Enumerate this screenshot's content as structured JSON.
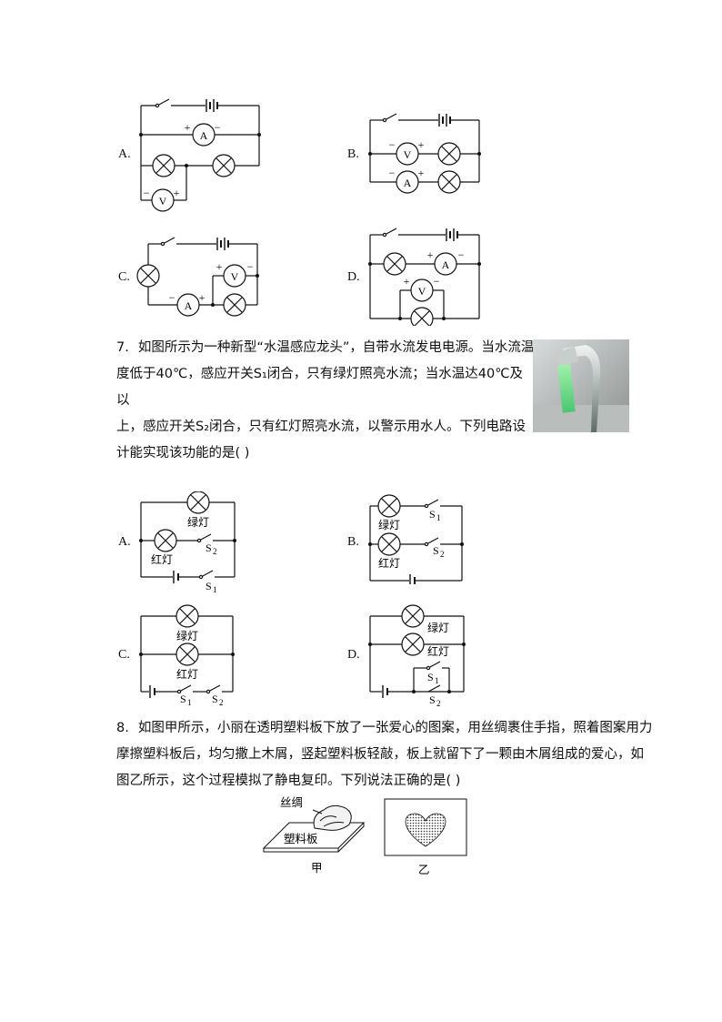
{
  "q6_options": {
    "a": "A.",
    "b": "B.",
    "c": "C.",
    "d": "D."
  },
  "meter_labels": {
    "ammeter": "A",
    "voltmeter": "V",
    "plus": "+",
    "minus": "−"
  },
  "q7": {
    "number": "7.",
    "line1": "如图所示为一种新型“水温感应龙头”，自带水流发电电源。当水流温",
    "line2": "度低于40℃，感应开关S₁闭合，只有绿灯照亮水流；当水温达40℃及以",
    "line3": "上，感应开关S₂闭合，只有红灯照亮水流，以警示用水人。下列电路设",
    "line4": "计能实现该功能的是(    )",
    "options": {
      "a": "A.",
      "b": "B.",
      "c": "C.",
      "d": "D."
    },
    "labels": {
      "green": "绿灯",
      "red": "红灯",
      "s1": "S",
      "s2": "S",
      "s1_sub": "1",
      "s2_sub": "2"
    }
  },
  "q8": {
    "number": "8.",
    "line1": "如图甲所示，小丽在透明塑料板下放了一张爱心的图案，用丝绸裹住手指，照着图案用力",
    "line2": "摩擦塑料板后，均匀撒上木屑，竖起塑料板轻敲，板上就留下了一颗由木屑组成的爱心，如",
    "line3": "图乙所示，这个过程模拟了静电复印。下列说法正确的是(    )",
    "fig_labels": {
      "silk": "丝绸",
      "plastic": "塑料板",
      "jia": "甲",
      "yi": "乙"
    }
  }
}
